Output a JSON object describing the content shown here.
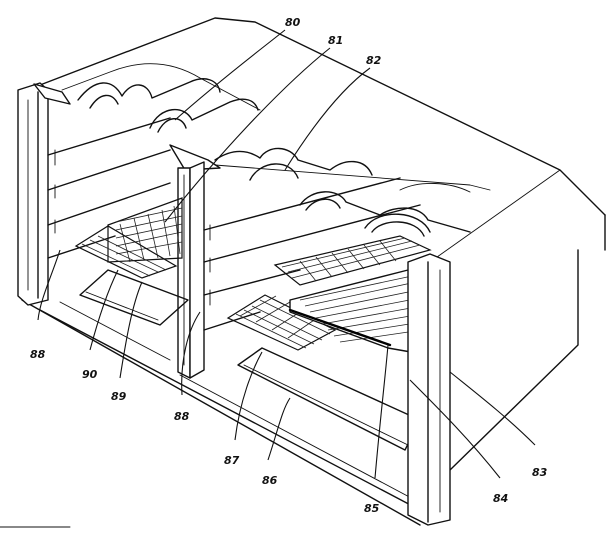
{
  "figure": {
    "callouts": [
      {
        "id": "c80",
        "label": "80"
      },
      {
        "id": "c81",
        "label": "81"
      },
      {
        "id": "c82",
        "label": "82"
      },
      {
        "id": "c83",
        "label": "83"
      },
      {
        "id": "c84",
        "label": "84"
      },
      {
        "id": "c85",
        "label": "85"
      },
      {
        "id": "c86",
        "label": "86"
      },
      {
        "id": "c87",
        "label": "87"
      },
      {
        "id": "c88a",
        "label": "88"
      },
      {
        "id": "c88b",
        "label": "88"
      },
      {
        "id": "c89",
        "label": "89"
      },
      {
        "id": "c90",
        "label": "90"
      }
    ]
  }
}
